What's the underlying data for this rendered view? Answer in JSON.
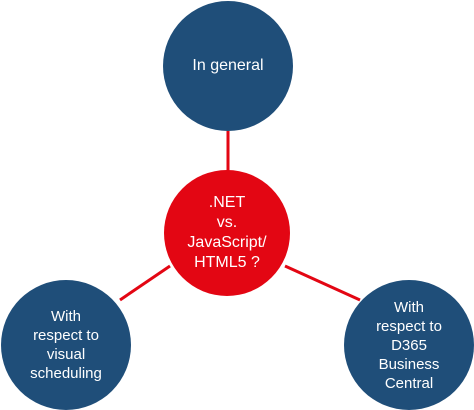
{
  "colors": {
    "outer_node": "#1f4e79",
    "center_node": "#e30613",
    "connector": "#e30613",
    "background": "#ffffff"
  },
  "nodes": {
    "center": {
      "label": ".NET\nvs.\nJavaScript/\nHTML5 ?"
    },
    "top": {
      "label": "In general"
    },
    "left": {
      "label": "With\nrespect to\nvisual\nscheduling"
    },
    "right": {
      "label": "With\nrespect to\nD365\nBusiness\nCentral"
    }
  }
}
